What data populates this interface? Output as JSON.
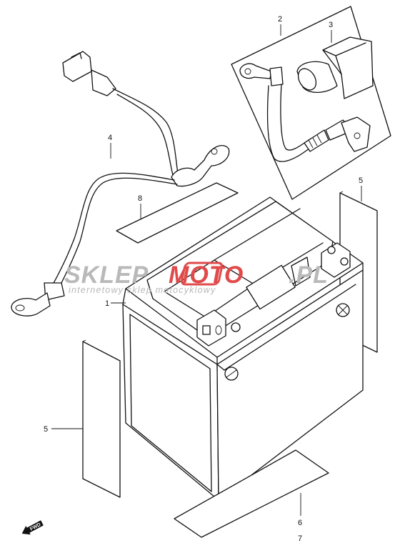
{
  "callouts": {
    "c1": "1",
    "c2": "2",
    "c3": "3",
    "c4": "4",
    "c5a": "5",
    "c5b": "5",
    "c6": "6",
    "c7": "7",
    "c8": "8"
  },
  "watermark": {
    "left": "SKLEP",
    "right": "MOTO",
    "suffix": ".PL",
    "tagline": "internetowy sklep motocyklowy",
    "color_gray": "#b9b9b9",
    "color_red": "#e04a4a"
  },
  "fwd_label": "FWD"
}
